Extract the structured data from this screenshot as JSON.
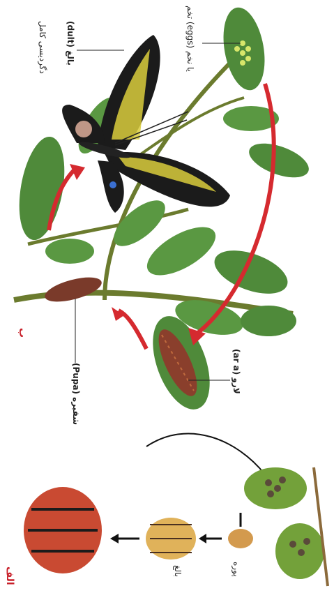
{
  "panel_b": {
    "marker": "ب",
    "labels": {
      "eggs": "تخم (eggs) یا نخم",
      "adult": "(dult) بالغ",
      "adult_note": "دگردیسی کامل",
      "larva": "(ar a) لارو",
      "pupa": "(Pupa) شفیره"
    }
  },
  "panel_a": {
    "marker": "الف",
    "labels": {
      "nymph": "پوره",
      "adult": "بالغ"
    }
  },
  "colors": {
    "cycle_arrow": "#d52a2f",
    "leaf": "#4f8a3a",
    "butterfly_yellow": "#d9cc3c",
    "butterfly_black": "#1b1b1b",
    "larva": "#8a3f2c",
    "bug_red": "#c94a32"
  }
}
